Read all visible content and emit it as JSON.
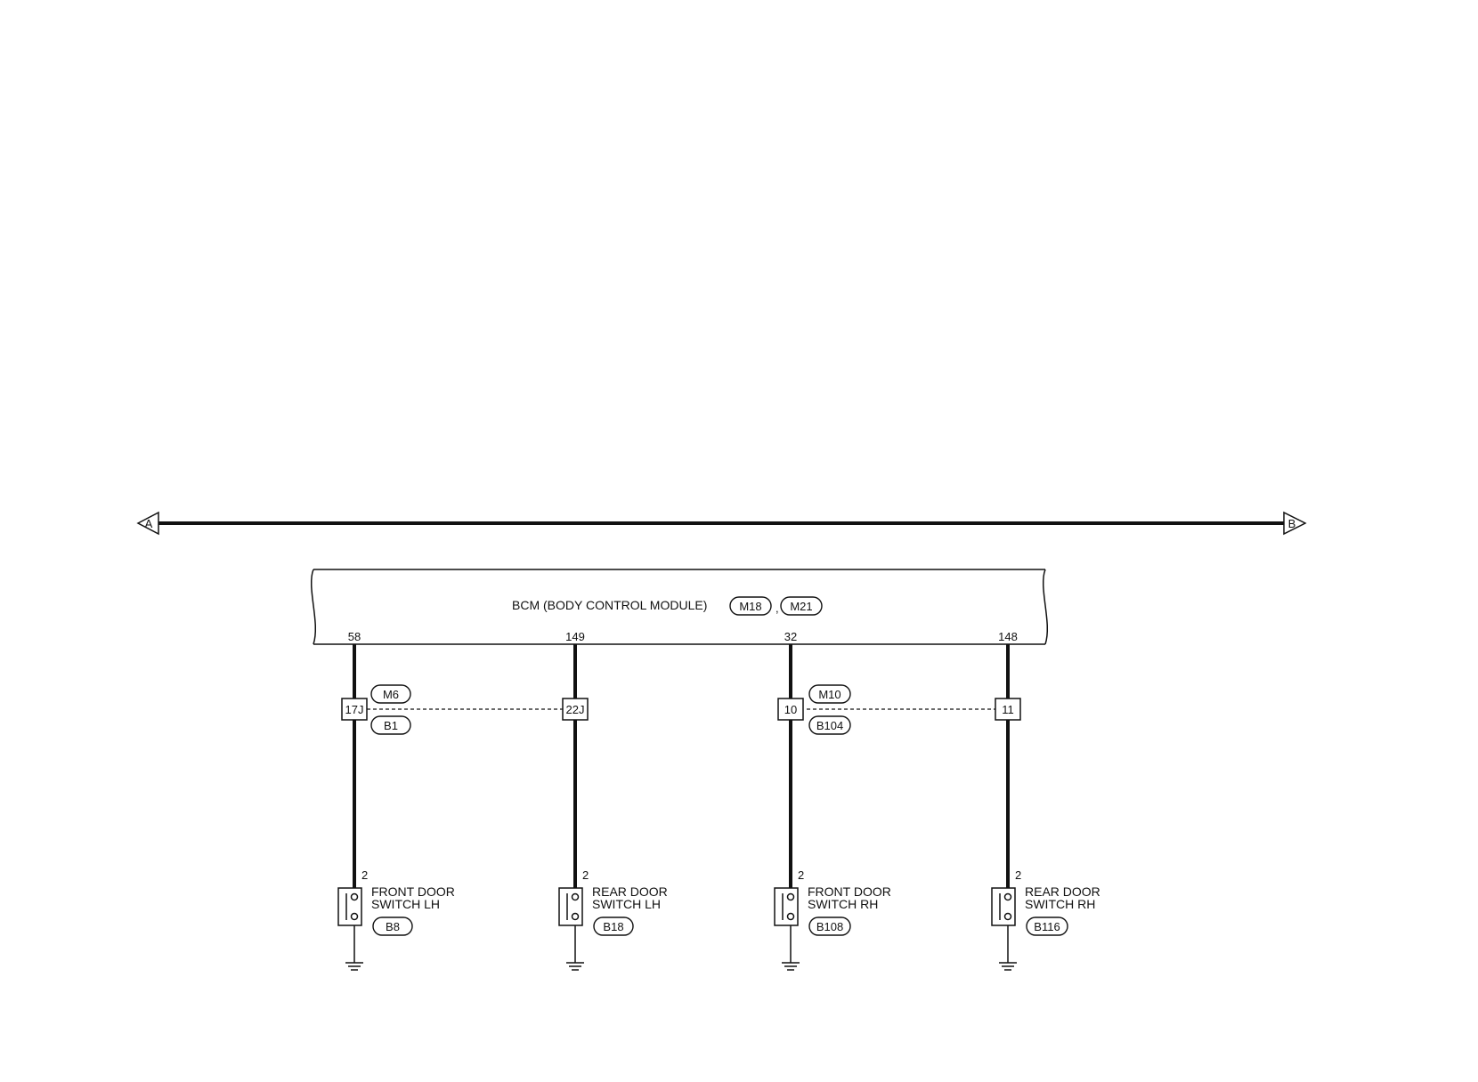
{
  "harness": {
    "left_marker": "A",
    "right_marker": "B"
  },
  "bcm": {
    "label": "BCM (BODY CONTROL MODULE)",
    "connectors": [
      "M18",
      "M21"
    ],
    "separator": ","
  },
  "branches": [
    {
      "bcm_terminal": "58",
      "joint_terminal": "17J",
      "switch_terminal": "2",
      "switch_line1": "FRONT DOOR",
      "switch_line2": "SWITCH LH",
      "switch_connector": "B8"
    },
    {
      "bcm_terminal": "149",
      "joint_terminal": "22J",
      "switch_terminal": "2",
      "switch_line1": "REAR DOOR",
      "switch_line2": "SWITCH LH",
      "switch_connector": "B18"
    },
    {
      "bcm_terminal": "32",
      "joint_terminal": "10",
      "switch_terminal": "2",
      "switch_line1": "FRONT DOOR",
      "switch_line2": "SWITCH RH",
      "switch_connector": "B108"
    },
    {
      "bcm_terminal": "148",
      "joint_terminal": "11",
      "switch_terminal": "2",
      "switch_line1": "REAR DOOR",
      "switch_line2": "SWITCH RH",
      "switch_connector": "B116"
    }
  ],
  "joints": [
    {
      "upper_connector": "M6",
      "lower_connector": "B1"
    },
    {
      "upper_connector": "M10",
      "lower_connector": "B104"
    }
  ]
}
